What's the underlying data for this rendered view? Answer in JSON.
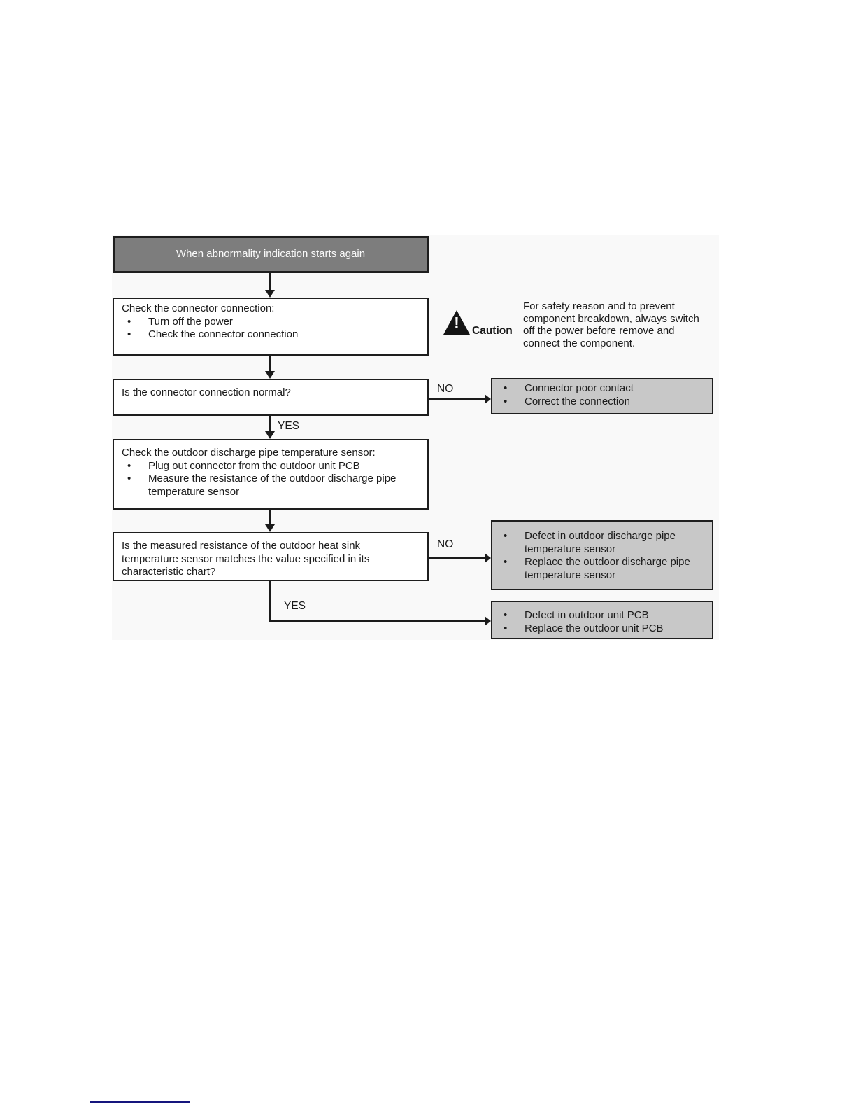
{
  "flowchart": {
    "start": {
      "label": "When abnormality indication starts again"
    },
    "check_connector": {
      "title": "Check the connector connection:",
      "bullets": [
        "Turn off the power",
        "Check the connector connection"
      ]
    },
    "caution": {
      "label": "Caution",
      "text": "For safety reason and to prevent component breakdown, always switch off the power before remove and connect the component."
    },
    "decision_connector": {
      "question": "Is the connector connection normal?",
      "no": "NO",
      "yes": "YES"
    },
    "result_connector": {
      "bullets": [
        "Connector poor contact",
        "Correct the connection"
      ]
    },
    "check_sensor": {
      "title": "Check the outdoor discharge pipe temperature sensor:",
      "bullets": [
        "Plug out connector from the outdoor unit PCB",
        "Measure the resistance of the outdoor discharge pipe temperature sensor"
      ]
    },
    "decision_resistance": {
      "question": "Is the measured resistance of the outdoor heat sink temperature sensor matches the value specified in its characteristic chart?",
      "no": "NO",
      "yes": "YES"
    },
    "result_sensor": {
      "bullets": [
        "Defect in outdoor discharge pipe temperature sensor",
        "Replace the outdoor discharge pipe temperature sensor"
      ]
    },
    "result_pcb": {
      "bullets": [
        "Defect in outdoor unit PCB",
        "Replace the outdoor unit PCB"
      ]
    }
  },
  "colors": {
    "start_box_fill": "#7d7d7d",
    "result_box_fill": "#c8c8c8",
    "box_border": "#1e1e1e",
    "connector_line": "#1b1b1b",
    "caution_icon": "#151515",
    "footer_rule": "#15157d",
    "panel_tint": "#f9f9f9"
  }
}
